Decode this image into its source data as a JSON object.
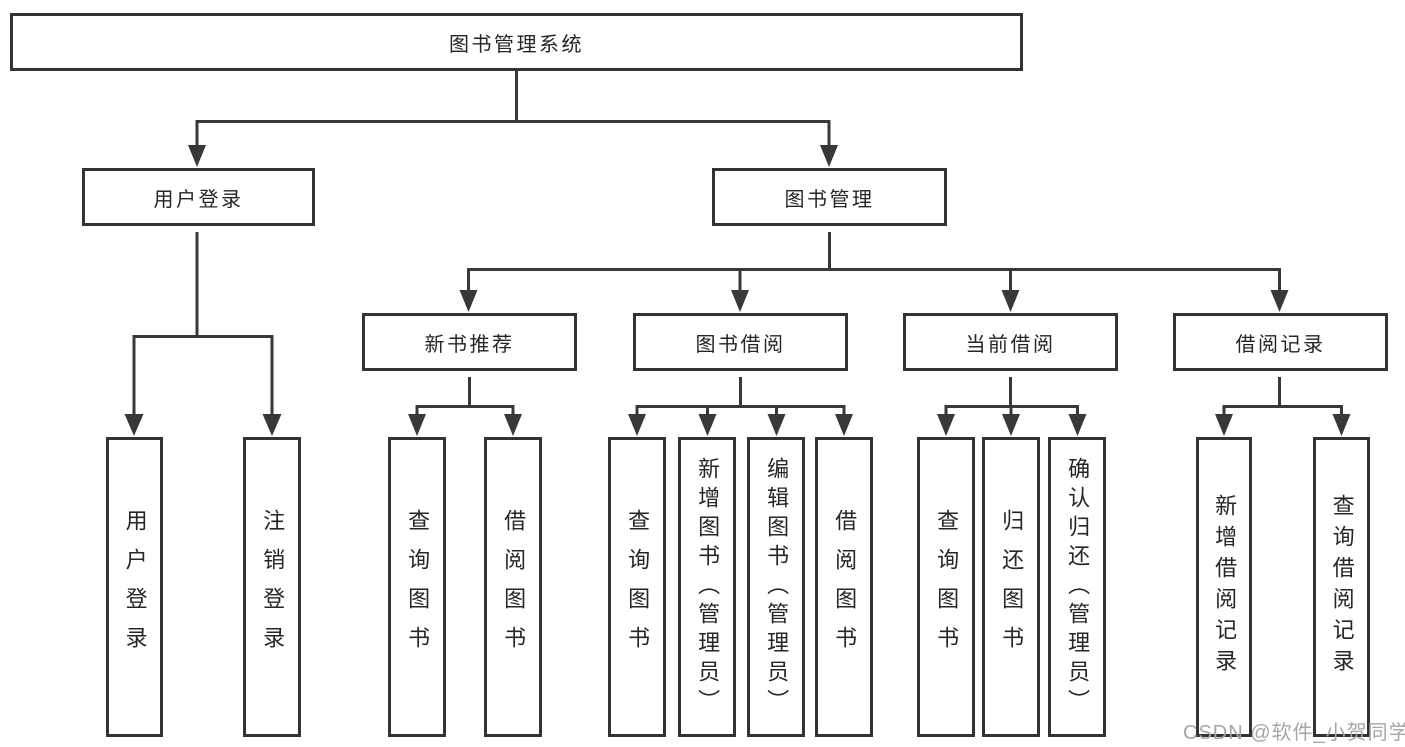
{
  "diagram_type": "hierarchy-tree",
  "colors": {
    "line": "#383838",
    "border": "#333333",
    "text": "#262626",
    "background": "#ffffff",
    "watermark": "#a6a6a6"
  },
  "root": {
    "label": "图书管理系统",
    "children": [
      {
        "label": "用户登录",
        "children": [
          {
            "label": "用户登录"
          },
          {
            "label": "注销登录"
          }
        ]
      },
      {
        "label": "图书管理",
        "children": [
          {
            "label": "新书推荐",
            "children": [
              {
                "label": "查询图书"
              },
              {
                "label": "借阅图书"
              }
            ]
          },
          {
            "label": "图书借阅",
            "children": [
              {
                "label": "查询图书"
              },
              {
                "label": "新增图书（管理员）"
              },
              {
                "label": "编辑图书（管理员）"
              },
              {
                "label": "借阅图书"
              }
            ]
          },
          {
            "label": "当前借阅",
            "children": [
              {
                "label": "查询图书"
              },
              {
                "label": "归还图书"
              },
              {
                "label": "确认归还（管理员）"
              }
            ]
          },
          {
            "label": "借阅记录",
            "children": [
              {
                "label": "新增借阅记录"
              },
              {
                "label": "查询借阅记录"
              }
            ]
          }
        ]
      }
    ]
  },
  "watermark": {
    "text": "CSDN @软件_小贺同学"
  }
}
